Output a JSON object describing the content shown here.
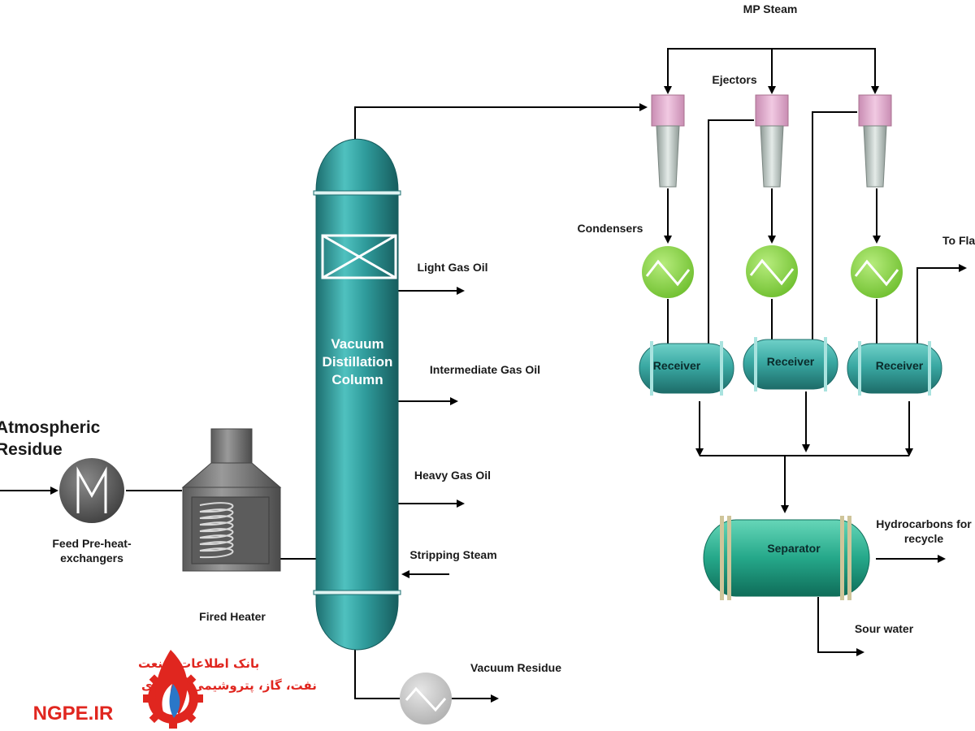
{
  "labels": {
    "mp_steam": "MP Steam",
    "ejectors": "Ejectors",
    "condensers": "Condensers",
    "to_flare": "To Fla",
    "light_gas_oil": "Light Gas Oil",
    "intermediate_gas_oil": "Intermediate Gas Oil",
    "heavy_gas_oil": "Heavy Gas Oil",
    "stripping_steam": "Stripping Steam",
    "vacuum_residue": "Vacuum Residue",
    "atmospheric_line1": "Atmospheric",
    "atmospheric_line2": "Residue",
    "feed_line1": "Feed Pre-heat-",
    "feed_line2": "exchangers",
    "fired_heater": "Fired Heater",
    "column_line1": "Vacuum",
    "column_line2": "Distillation",
    "column_line3": "Column",
    "receiver_1": "Receiver",
    "receiver_2": "Receiver",
    "receiver_3": "Receiver",
    "separator": "Separator",
    "hydrocarbons_line1": "Hydrocarbons for",
    "hydrocarbons_line2": "recycle",
    "sour_water": "Sour water"
  },
  "watermark": {
    "line1": "بانک اطلاعات صنعت",
    "line2": "نفت، گاز، پتروشیمی و انرژی",
    "brand": "NGPE.IR"
  },
  "colors": {
    "column": "#2f9b9b",
    "condenser": "#8fd14f",
    "ejector_head": "#e6b3d3",
    "receiver": "#3aa9a3",
    "heater": "#707070",
    "brand_red": "#e0261f"
  }
}
